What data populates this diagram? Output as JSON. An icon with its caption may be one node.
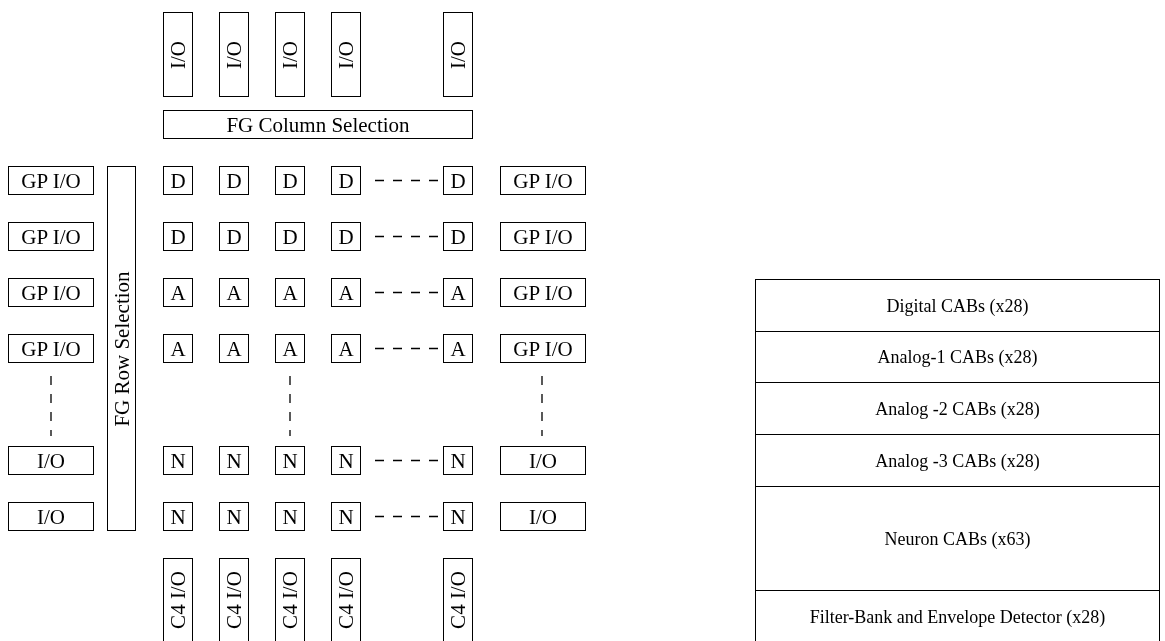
{
  "diagram": {
    "nodes": [
      {
        "text": [
          "I/O"
        ]
      },
      {
        "text": [
          "I/O"
        ]
      },
      {
        "text": [
          "I/O"
        ]
      },
      {
        "text": [
          "I/O"
        ]
      },
      {
        "text": [
          "I/O"
        ]
      },
      {
        "text": [
          "FG Column Selection"
        ]
      },
      {
        "text": [
          "GP I/O"
        ]
      },
      {
        "text": [
          "FG Row Selection"
        ]
      },
      {
        "text": [
          "D"
        ]
      },
      {
        "text": [
          "D"
        ]
      },
      {
        "text": [
          "D"
        ]
      },
      {
        "text": [
          "D"
        ]
      },
      {
        "text": [
          "D"
        ]
      },
      {
        "text": [
          "GP I/O"
        ]
      },
      {
        "text": [
          "GP I/O"
        ]
      },
      {
        "text": [
          "D"
        ]
      },
      {
        "text": [
          "D"
        ]
      },
      {
        "text": [
          "D"
        ]
      },
      {
        "text": [
          "D"
        ]
      },
      {
        "text": [
          "D"
        ]
      },
      {
        "text": [
          "GP I/O"
        ]
      },
      {
        "text": [
          "GP I/O"
        ]
      },
      {
        "text": [
          "A"
        ]
      },
      {
        "text": [
          "A"
        ]
      },
      {
        "text": [
          "A"
        ]
      },
      {
        "text": [
          "A"
        ]
      },
      {
        "text": [
          "A"
        ]
      },
      {
        "text": [
          "GP I/O"
        ]
      },
      {
        "text": [
          "GP I/O"
        ]
      },
      {
        "text": [
          "A"
        ]
      },
      {
        "text": [
          "A"
        ]
      },
      {
        "text": [
          "A"
        ]
      },
      {
        "text": [
          "A"
        ]
      },
      {
        "text": [
          "A"
        ]
      },
      {
        "text": [
          "GP I/O"
        ]
      },
      {
        "text": [
          "I/O"
        ]
      },
      {
        "text": [
          "N"
        ]
      },
      {
        "text": [
          "N"
        ]
      },
      {
        "text": [
          "N"
        ]
      },
      {
        "text": [
          "N"
        ]
      },
      {
        "text": [
          "N"
        ]
      },
      {
        "text": [
          "I/O"
        ]
      },
      {
        "text": [
          "I/O"
        ]
      },
      {
        "text": [
          "N"
        ]
      },
      {
        "text": [
          "N"
        ]
      },
      {
        "text": [
          "N"
        ]
      },
      {
        "text": [
          "N"
        ]
      },
      {
        "text": [
          "N"
        ]
      },
      {
        "text": [
          "I/O"
        ]
      },
      {
        "text": [
          "C4 I/O"
        ]
      },
      {
        "text": [
          "C4 I/O"
        ]
      },
      {
        "text": [
          "C4 I/O"
        ]
      },
      {
        "text": [
          "C4 I/O"
        ]
      },
      {
        "text": [
          "C4 I/O"
        ]
      },
      {
        "text": [
          "Digital CABs (x28)"
        ]
      },
      {
        "text": [
          "Analog-1 CABs (x28)"
        ]
      },
      {
        "text": [
          "Analog -2 CABs (x28)"
        ]
      },
      {
        "text": [
          "Analog -3 CABs (x28)"
        ]
      },
      {
        "text": [
          "Neuron CABs (x63)"
        ]
      },
      {
        "text": [
          "Filter-Bank and Envelope Detector (x28)"
        ]
      }
    ]
  }
}
